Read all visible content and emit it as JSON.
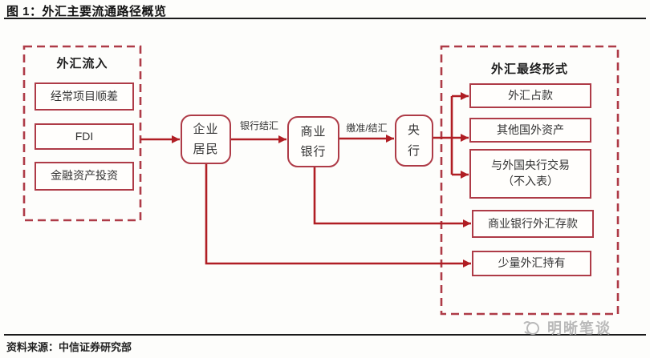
{
  "figure": {
    "title": "图 1：外汇主要流通路径概览",
    "source": "资料来源：中信证券研究部",
    "watermark": "明晰笔谈"
  },
  "colors": {
    "accent": "#ae3b47",
    "arrow": "#b01e24",
    "ink": "#2b2b2b",
    "rule": "#1a1a1a",
    "watermark": "#b9b9b9",
    "background": "#fdfdfb"
  },
  "diagram": {
    "inflow_group": {
      "title": "外汇流入",
      "items": [
        "经常项目顺差",
        "FDI",
        "金融资产投资"
      ]
    },
    "nodes": {
      "enterprise": "企业\n居民",
      "commercial_bank": "商业\n银行",
      "central_bank": "央\n行"
    },
    "edge_labels": {
      "bank_settlement": "银行结汇",
      "reserve_settlement": "缴准/结汇"
    },
    "final_group": {
      "title": "外汇最终形式",
      "items": [
        "外汇占款",
        "其他国外资产",
        "与外国央行交易\n（不入表）",
        "商业银行外汇存款",
        "少量外汇持有"
      ]
    }
  }
}
